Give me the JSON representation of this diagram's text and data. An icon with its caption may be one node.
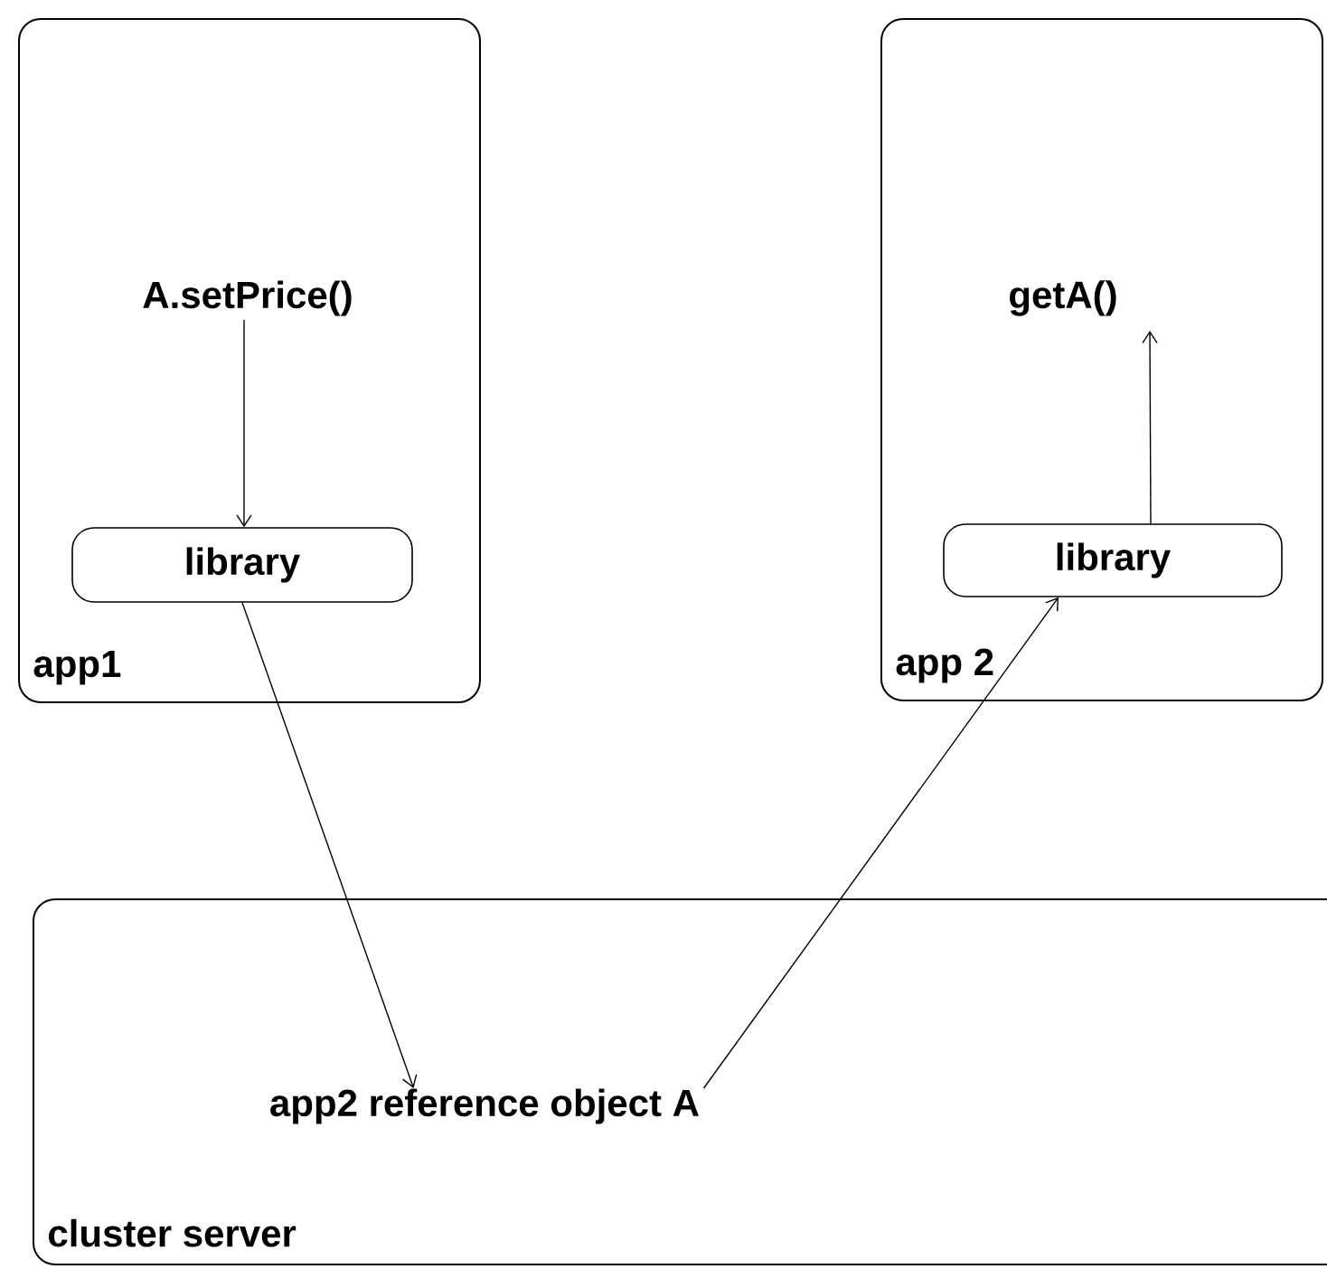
{
  "diagram": {
    "nodes": [
      {
        "text": [
          "app1"
        ]
      },
      {
        "text": [
          "A.setPrice()"
        ],
        "in": 0
      },
      {
        "text": [
          "library"
        ],
        "in": 0
      },
      {
        "text": [
          "app 2"
        ]
      },
      {
        "text": [
          "getA()"
        ],
        "in": 3
      },
      {
        "text": [
          "library"
        ],
        "in": 3
      },
      {
        "text": [
          "cluster server"
        ]
      },
      {
        "text": [
          "app2 reference object A"
        ],
        "in": 6
      }
    ],
    "edges": [
      {
        "from": 1,
        "to": 2,
        "arrow": "to"
      },
      {
        "from": 2,
        "to": 7,
        "arrow": "to"
      },
      {
        "from": 7,
        "to": 5,
        "arrow": "to"
      },
      {
        "from": 5,
        "to": 4,
        "arrow": "to"
      }
    ]
  }
}
